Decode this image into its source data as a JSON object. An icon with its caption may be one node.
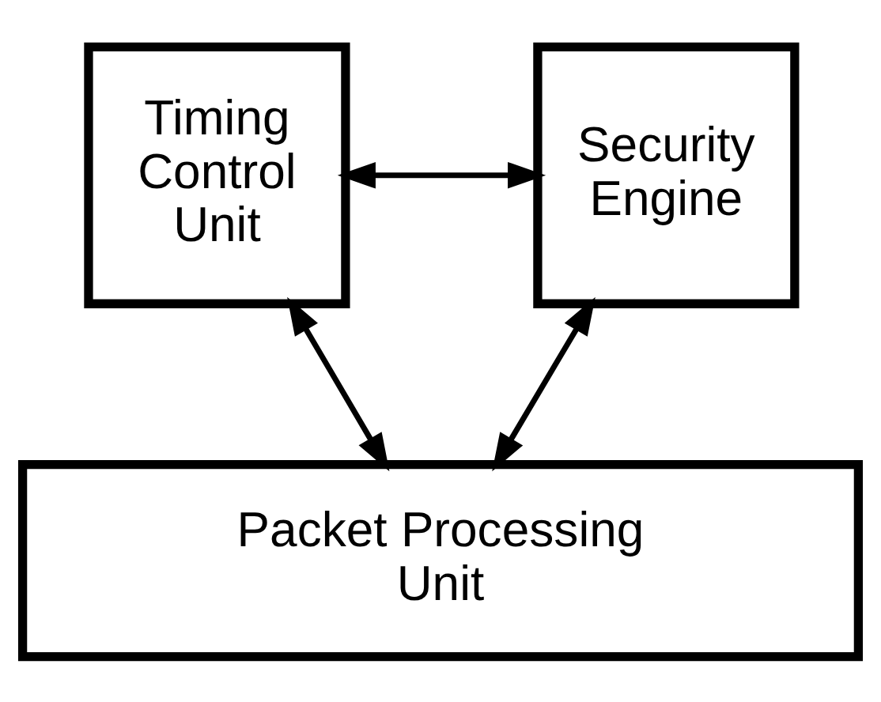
{
  "diagram": {
    "nodes": [
      {
        "text": [
          "Timing Control Unit"
        ]
      },
      {
        "text": [
          "Security Engine"
        ]
      },
      {
        "text": [
          "Packet Processing Unit"
        ]
      }
    ],
    "edges": [
      {
        "from": 0,
        "to": 1,
        "arrow": "both"
      },
      {
        "from": 0,
        "to": 2,
        "arrow": "both"
      },
      {
        "from": 1,
        "to": 2,
        "arrow": "both"
      }
    ]
  }
}
